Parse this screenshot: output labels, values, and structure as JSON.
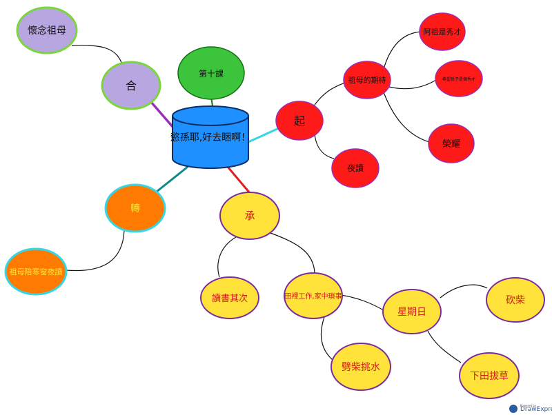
{
  "diagram": {
    "center": {
      "label": "慾孫耶,好去睏啊！",
      "color": "#1e90ff"
    },
    "nodes": {
      "ten": {
        "label": "第十課",
        "color": "#3cc43c"
      },
      "he": {
        "label": "合",
        "color": "#b7a6e0"
      },
      "huainian": {
        "label": "懷念祖母",
        "color": "#b7a6e0"
      },
      "qi": {
        "label": "起",
        "color": "#ff1a1a"
      },
      "qidai": {
        "label": "祖母的期待",
        "color": "#ff1a1a"
      },
      "xiucai": {
        "label": "阿祖是秀才",
        "color": "#ff1a1a"
      },
      "xiwang": {
        "label": "希望孫子是個秀才",
        "color": "#ff1a1a"
      },
      "rongyao": {
        "label": "榮耀",
        "color": "#ff1a1a"
      },
      "yedu": {
        "label": "夜讀",
        "color": "#ff1a1a"
      },
      "zhuan": {
        "label": "轉",
        "color": "#ff7a00"
      },
      "peiban": {
        "label": "祖母陪寒窗夜讀",
        "color": "#ff7a00"
      },
      "cheng": {
        "label": "承",
        "color": "#ffe23a"
      },
      "dushu": {
        "label": "讀書其次",
        "color": "#ffe23a"
      },
      "tianli": {
        "label": "田裡工作,家中瑣事",
        "color": "#ffe23a"
      },
      "xingqi": {
        "label": "星期日",
        "color": "#ffe23a"
      },
      "kanchai": {
        "label": "砍柴",
        "color": "#ffe23a"
      },
      "batao": {
        "label": "下田拔草",
        "color": "#ffe23a"
      },
      "pichai": {
        "label": "劈柴挑水",
        "color": "#ffe23a"
      }
    }
  },
  "branding": {
    "small": "Powered by",
    "big": "DrawExpress"
  }
}
